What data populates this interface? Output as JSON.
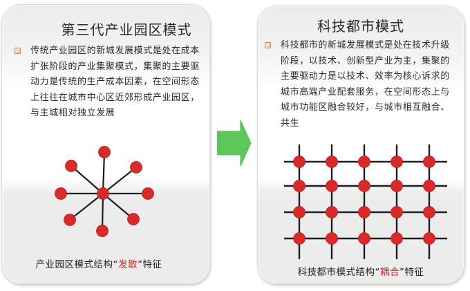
{
  "left": {
    "title": "第三代产业园区模式",
    "bullet_text": "传统产业园区的新城发展模式是处在成本扩张阶段的产业集聚模式，集聚的主要驱动力是传统的生产成本因素，在空间形态上往往在城市中心区近郊形成产业园区，与主城相对独立发展",
    "diagram": {
      "type": "star",
      "center_node": 1,
      "outer_nodes": 8
    },
    "caption": {
      "prefix": "产业园区模式结构“",
      "highlight": "发散",
      "suffix": "”特征"
    }
  },
  "right": {
    "title": "科技都市模式",
    "bullet_text": "科技都市的新城发展模式是处在技术升级阶段，以技术、创新型产业为主，集聚的主要驱动力是以技术、效率为核心诉求的城市高端产业配套服务，在空间形态上与城市功能区融合较好，与城市相互融合、共生",
    "diagram": {
      "type": "grid",
      "rows": 4,
      "columns": 5
    },
    "caption": {
      "prefix": "科技都市模式结构“",
      "highlight": "耦合",
      "suffix": "”特征"
    }
  },
  "arrow": {
    "icon": "right-arrow-icon",
    "color": "#5cc85c"
  },
  "colors": {
    "node_red": "#d82a2a",
    "line_dark": "#1e1e1e",
    "bullet_orange": "#d9853c",
    "highlight_red": "#d42a2a"
  }
}
